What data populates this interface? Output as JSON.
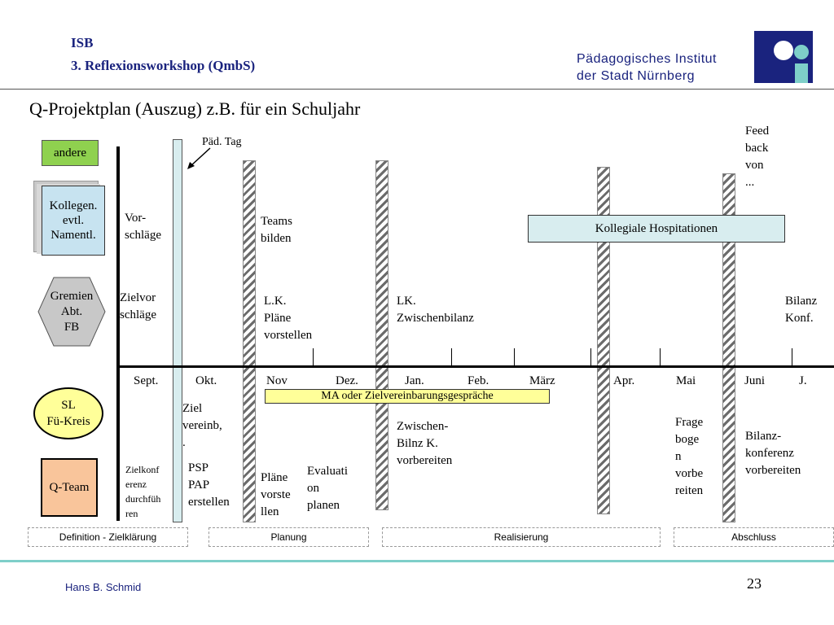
{
  "header": {
    "org": "ISB",
    "workshop": "3. Reflexionsworkshop (QmbS)",
    "institute_line1": "Pädagogisches Institut",
    "institute_line2": "der Stadt Nürnberg"
  },
  "title": "Q-Projektplan (Auszug)  z.B. für ein Schuljahr",
  "colors": {
    "header_blue": "#1a237e",
    "logo_teal": "#7ecfc9",
    "bar_light": "#d8edef",
    "green": "#8fd14f",
    "yellow": "#ffff99",
    "orange": "#f9c59b"
  },
  "roles": {
    "andere": "andere",
    "kollegen": [
      "Kollegen.",
      "evtl.",
      "Namentl."
    ],
    "gremien": [
      "Gremien",
      "Abt.",
      "FB"
    ],
    "sl": [
      "SL",
      "Fü-Kreis"
    ],
    "qteam": "Q-Team"
  },
  "months": [
    "Sept.",
    "Okt.",
    "Nov",
    "Dez.",
    "Jan.",
    "Feb.",
    "März",
    "Apr.",
    "Mai",
    "Juni",
    "J."
  ],
  "annotations": {
    "paed_tag": "Päd. Tag",
    "feedback": [
      "Feed",
      "back",
      "von",
      "..."
    ],
    "vorschlaege": [
      "Vor-",
      "schläge"
    ],
    "teams": [
      "Teams",
      "bilden"
    ],
    "hospitationen": "Kollegiale Hospitationen",
    "zielvorschlaege": [
      "Zielvor",
      "schläge"
    ],
    "lk_plaene": [
      "L.K.",
      "Pläne",
      "vorstellen"
    ],
    "lk_zwischen": [
      "LK.",
      "Zwischenbilanz"
    ],
    "bilanz_konf": [
      "Bilanz",
      "Konf."
    ],
    "ma_gespraeche": "MA oder Zielvereinbarungsgespräche",
    "ziel_vereinb": [
      "Ziel",
      "vereinb,",
      "."
    ],
    "zwischen_bilnz": [
      "Zwischen-",
      "Bilnz K.",
      "vorbereiten"
    ],
    "fragebogen": [
      "Frage",
      "boge",
      "n",
      "vorbe",
      "reiten"
    ],
    "bilanz_konferenz": [
      "Bilanz-",
      "konferenz",
      "vorbereiten"
    ],
    "zielkonferenz": [
      "Zielkonf",
      "erenz",
      "durchfüh",
      "ren"
    ],
    "psp": [
      "PSP",
      "PAP",
      "erstellen"
    ],
    "plaene": [
      "Pläne",
      "vorste",
      "llen"
    ],
    "evaluation": [
      "Evaluati",
      "on",
      "planen"
    ]
  },
  "phases": [
    "Definition - Zielklärung",
    "Planung",
    "Realisierung",
    "Abschluss"
  ],
  "footer": {
    "author": "Hans B. Schmid",
    "page": "23"
  }
}
